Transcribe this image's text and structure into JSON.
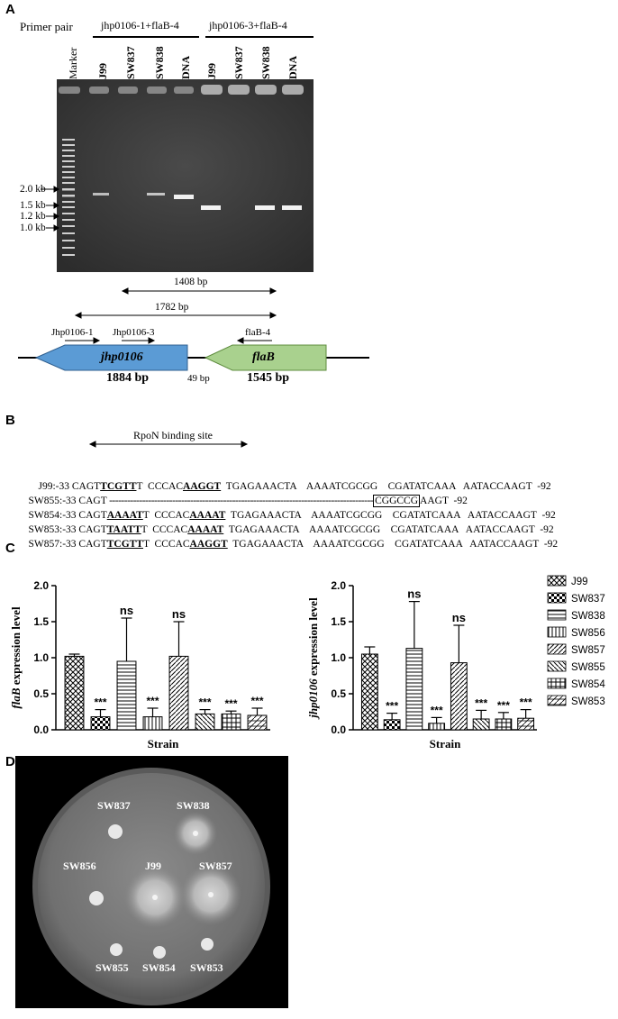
{
  "panelA": {
    "letter": "A",
    "primer_pair_label": "Primer pair",
    "group1": "jhp0106-1+flaB-4",
    "group2": "jhp0106-3+flaB-4",
    "lanes": [
      "Marker",
      "J99",
      "SW837",
      "SW838",
      "DNA",
      "J99",
      "SW837",
      "SW838",
      "DNA"
    ],
    "size_markers": [
      "2.0 kb",
      "1.5 kb",
      "1.2 kb",
      "1.0 kb"
    ],
    "arrow1": "1408 bp",
    "arrow2": "1782 bp",
    "primers": [
      "Jhp0106-1",
      "Jhp0106-3",
      "flaB-4"
    ],
    "gene1_name": "jhp0106",
    "gene1_size": "1884 bp",
    "gene2_name": "flaB",
    "gene2_size": "1545 bp",
    "gap": "49 bp"
  },
  "panelB": {
    "letter": "B",
    "site_label": "RpoN binding site",
    "rows": [
      {
        "label": "J99:",
        "pre": "-33 CAGT",
        "m1": "TCGTT",
        "mid": "T  CCCAC",
        "m2": "AAGGT",
        "rest": "  TGAGAAACTA    AAAATCGCGG    CGATATCAAA   AATACCAAGT  -92"
      },
      {
        "label": "SW855:",
        "pre": "-33 CAGT",
        "m1": "",
        "mid": "",
        "m2": "",
        "rest": " ----------------------------------------------------------------------------------------",
        "box": "CGGCCG",
        "tail": "AAGT  -92"
      },
      {
        "label": "SW854:",
        "pre": "-33 CAGT",
        "m1": "AAAAT",
        "mid": "T  CCCAC",
        "m2": "AAAAT",
        "rest": "  TGAGAAACTA    AAAATCGCGG    CGATATCAAA   AATACCAAGT  -92"
      },
      {
        "label": "SW853:",
        "pre": "-33 CAGT",
        "m1": "TAATT",
        "mid": "T  CCCAC",
        "m2": "AAAAT",
        "rest": "  TGAGAAACTA    AAAATCGCGG    CGATATCAAA   AATACCAAGT  -92"
      },
      {
        "label": "SW857:",
        "pre": "-33 CAGT",
        "m1": "TCGTT",
        "mid": "T  CCCAC",
        "m2": "AAGGT",
        "rest": "  TGAGAAACTA    AAAATCGCGG    CGATATCAAA   AATACCAAGT  -92"
      }
    ]
  },
  "panelC": {
    "letter": "C",
    "legend": [
      "J99",
      "SW837",
      "SW838",
      "SW856",
      "SW857",
      "SW855",
      "SW854",
      "SW853"
    ]
  },
  "panelD": {
    "letter": "D",
    "plate_labels": [
      "SW837",
      "SW838",
      "SW856",
      "J99",
      "SW857",
      "SW855",
      "SW854",
      "SW853"
    ]
  },
  "chart_data": [
    {
      "type": "bar",
      "xlabel": "Strain",
      "ylabel": "flaB expression level",
      "ylabel_italic": "flaB",
      "ylabel_rest": " expression level",
      "categories": [
        "J99",
        "SW837",
        "SW838",
        "SW856",
        "SW857",
        "SW855",
        "SW854",
        "SW853"
      ],
      "values": [
        1.02,
        0.18,
        0.95,
        0.18,
        1.02,
        0.22,
        0.22,
        0.2
      ],
      "errors": [
        0.03,
        0.1,
        0.6,
        0.12,
        0.48,
        0.06,
        0.04,
        0.1
      ],
      "annotations": [
        "",
        "***",
        "ns",
        "***",
        "ns",
        "***",
        "***",
        "***"
      ],
      "ylim": [
        0,
        2.0
      ],
      "yticks": [
        "0.0",
        "0.5",
        "1.0",
        "1.5",
        "2.0"
      ]
    },
    {
      "type": "bar",
      "xlabel": "Strain",
      "ylabel": "jhp0106 expression level",
      "ylabel_italic": "jhp0106",
      "ylabel_rest": " expression level",
      "categories": [
        "J99",
        "SW837",
        "SW838",
        "SW856",
        "SW857",
        "SW855",
        "SW854",
        "SW853"
      ],
      "values": [
        1.05,
        0.14,
        1.13,
        0.09,
        0.93,
        0.15,
        0.15,
        0.16
      ],
      "errors": [
        0.1,
        0.09,
        0.65,
        0.08,
        0.52,
        0.12,
        0.09,
        0.12
      ],
      "annotations": [
        "",
        "***",
        "ns",
        "***",
        "ns",
        "***",
        "***",
        "***"
      ],
      "ylim": [
        0,
        2.0
      ],
      "yticks": [
        "0.0",
        "0.5",
        "1.0",
        "1.5",
        "2.0"
      ]
    }
  ]
}
